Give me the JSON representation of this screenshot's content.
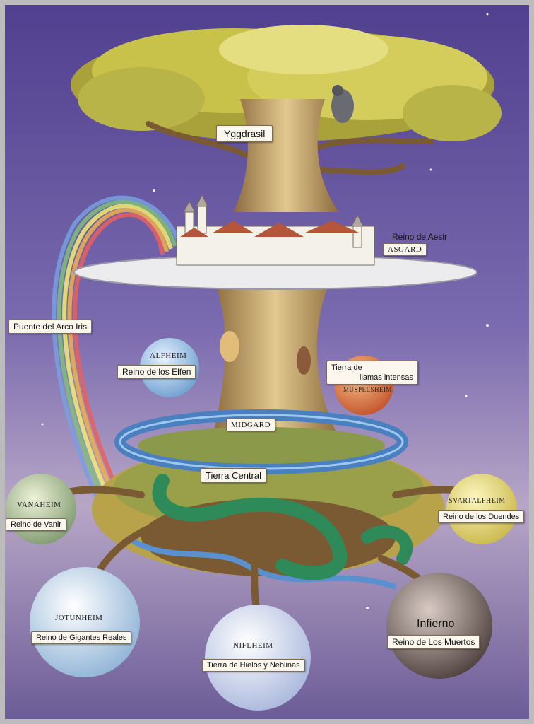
{
  "title": "Yggdrasil",
  "asgard": {
    "upper": "Reino de Aesir",
    "name": "ASGARD"
  },
  "rainbow": {
    "part1": "Puente",
    "part2": "del Arco Iris"
  },
  "alfheim": {
    "name": "ALFHEIM",
    "w1": "Reino",
    "w2": "de los",
    "w3": "Elfen"
  },
  "muspelsheim": {
    "name": "MUSPELSHEIM",
    "w1": "Tierra de",
    "w2": "llamas intensas"
  },
  "midgard": {
    "name": "MIDGARD",
    "w1": "Tierra",
    "w2": "Central"
  },
  "vanaheim": {
    "name": "VANAHEIM",
    "w1": "Reino",
    "w2": "de Vanir"
  },
  "svartalfheim": {
    "name": "SVARTALFHEIM",
    "w1": "Reino de",
    "w2": "los Duendes"
  },
  "jotunheim": {
    "name": "JOTUNHEIM",
    "w1": "Reino de Gigantes Reales"
  },
  "niflheim": {
    "name": "NIFLHEIM",
    "w1": "Tierra de Hielos y Neblinas"
  },
  "infierno": {
    "name": "Infierno",
    "w1": "Reino de Los Muertos"
  },
  "colors": {
    "sky": "#6b5aa3",
    "foliage": "#c9c24a",
    "trunk": "#c9a96b",
    "water": "#4a7fc0",
    "serpent": "#2f8a5a"
  }
}
